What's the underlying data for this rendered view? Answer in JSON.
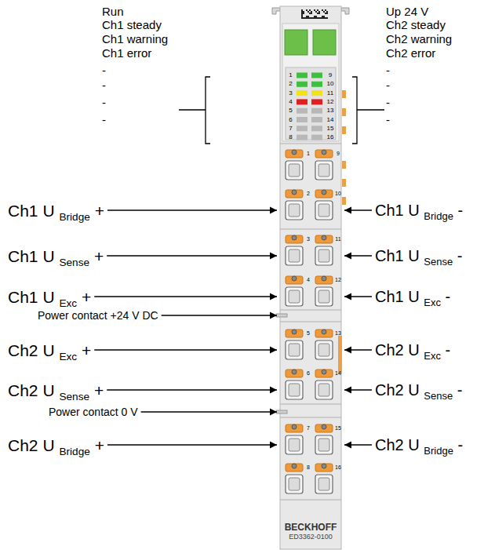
{
  "diagram": {
    "nodes": [
      {
        "text": [
          "BECKHOFF",
          "ED3362-0100"
        ]
      }
    ],
    "labels": [
      "Run",
      "Ch1 steady",
      "Ch1 warning",
      "Ch1 error",
      "-",
      "-",
      "-",
      "-",
      "Up 24 V",
      "Ch2 steady",
      "Ch2 warning",
      "Ch2 error",
      "-",
      "-",
      "-",
      "-",
      "1",
      "2",
      "3",
      "4",
      "5",
      "6",
      "7",
      "8",
      "9",
      "10",
      "11",
      "12",
      "13",
      "14",
      "15",
      "16",
      "Ch1 U Bridge +",
      "Ch1 U Bridge -",
      "Ch1 U Sense +",
      "Ch1 U Sense -",
      "Ch1 U Exc +",
      "Ch1 U Exc -",
      "Power contact +24 V DC",
      "Ch2 U Exc +",
      "Ch2 U Exc -",
      "Ch2 U Sense +",
      "Ch2 U Sense -",
      "Power contact 0 V",
      "Ch2 U Bridge +",
      "Ch2 U Bridge -",
      "1",
      "2",
      "3",
      "4",
      "5",
      "6",
      "7",
      "8",
      "9",
      "10",
      "11",
      "12",
      "13",
      "14",
      "15",
      "16"
    ]
  }
}
